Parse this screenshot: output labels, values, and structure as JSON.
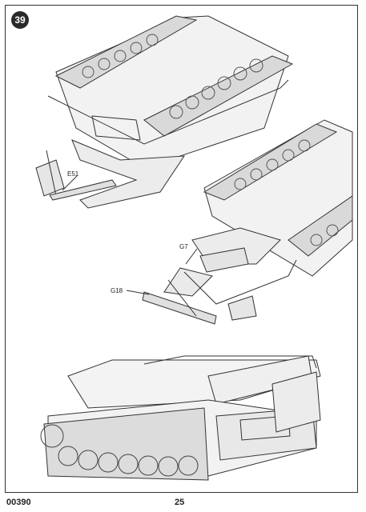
{
  "step_number": "39",
  "labels": {
    "e51": "E51",
    "g7": "G7",
    "g18": "G18"
  },
  "footer": {
    "code": "00390",
    "page": "25"
  }
}
